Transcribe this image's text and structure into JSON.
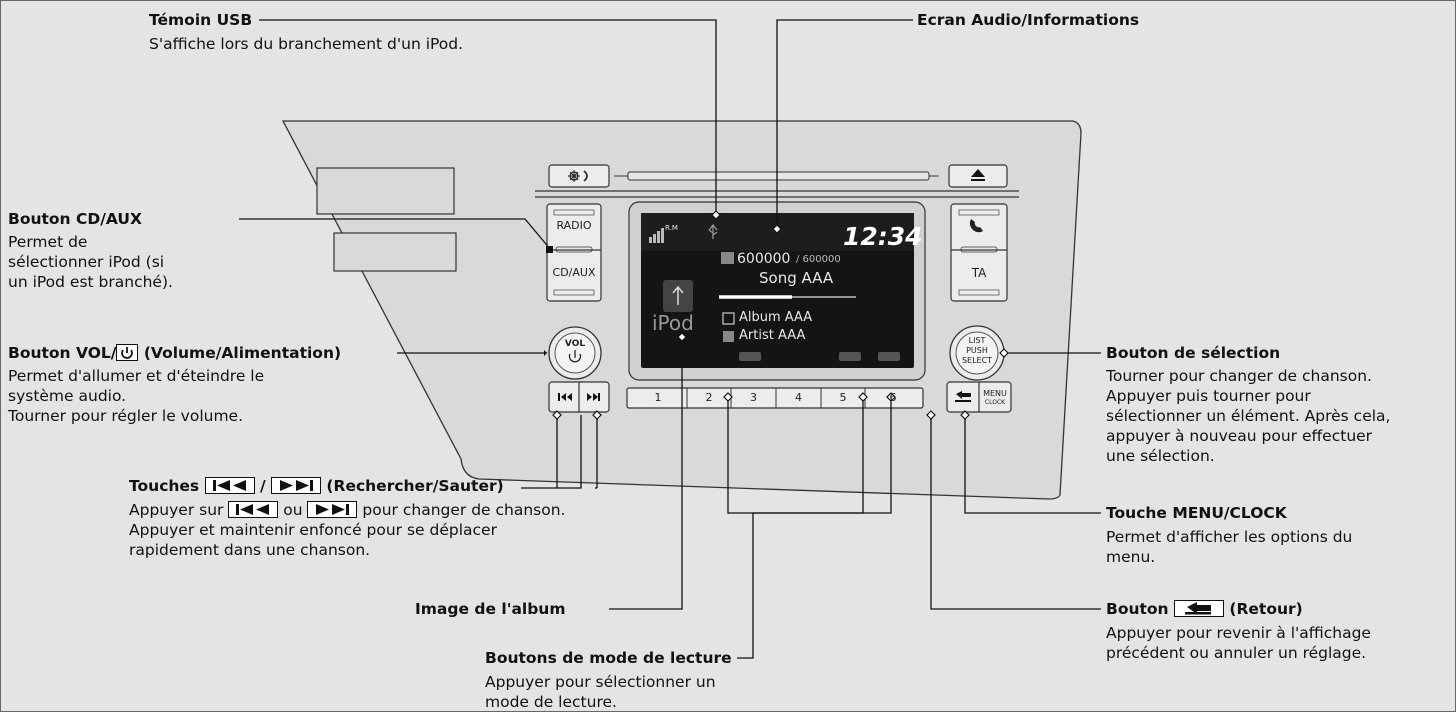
{
  "annotations": {
    "usb": {
      "title": "Témoin USB",
      "desc": "S'affiche lors du branchement d'un iPod."
    },
    "screen": {
      "title": "Ecran Audio/Informations"
    },
    "cdaux": {
      "title": "Bouton CD/AUX",
      "desc": [
        "Permet de",
        "sélectionner iPod (si",
        "un iPod est branché)."
      ]
    },
    "vol": {
      "title_a": "Bouton VOL/",
      "title_b": " (Volume/Alimentation)",
      "desc": [
        "Permet d'allumer et d'éteindre le",
        "système audio.",
        "Tourner pour régler le volume."
      ]
    },
    "skip": {
      "title_a": "Touches ",
      "title_sep": " / ",
      "title_b": " (Rechercher/Sauter)",
      "desc1_a": "Appuyer sur ",
      "desc1_or": " ou ",
      "desc1_b": " pour changer de chanson.",
      "desc2": [
        "Appuyer et maintenir enfoncé pour se déplacer",
        "rapidement dans une chanson."
      ]
    },
    "album": {
      "title": "Image de l'album"
    },
    "mode": {
      "title": "Boutons de mode de lecture",
      "desc": [
        "Appuyer pour sélectionner un",
        "mode de lecture."
      ]
    },
    "select": {
      "title": "Bouton de sélection",
      "desc": [
        "Tourner pour changer de chanson.",
        "Appuyer puis tourner pour",
        "sélectionner un élément. Après cela,",
        "appuyer à nouveau pour effectuer",
        "une sélection."
      ]
    },
    "menu": {
      "title": "Touche MENU/CLOCK",
      "desc": [
        "Permet d'afficher les options du",
        "menu."
      ]
    },
    "back": {
      "title_a": "Bouton ",
      "title_b": " (Retour)",
      "desc": [
        "Appuyer pour revenir à l'affichage",
        "précédent ou annuler un réglage."
      ]
    }
  },
  "unit": {
    "radio_label": "RADIO",
    "cdaux_label": "CD/AUX",
    "ta_label": "TA",
    "vol_label": "VOL",
    "select_label": [
      "LIST",
      "PUSH",
      "SELECT"
    ],
    "menu_label": "MENU",
    "clock_label": "CLOCK",
    "presets": [
      "1",
      "2",
      "3",
      "4",
      "5",
      "6"
    ]
  },
  "display": {
    "clock": "12:34",
    "track": "600000",
    "track_total": "/ 600000",
    "song": "Song AAA",
    "album": "Album AAA",
    "artist": "Artist AAA",
    "source_logo": "iPod",
    "band_label": "R.M"
  },
  "icons": [
    "power-icon",
    "skip-back-icon",
    "skip-forward-icon",
    "back-arrow-icon",
    "usb-icon",
    "eject-icon",
    "phone-icon",
    "brightness-icon"
  ]
}
